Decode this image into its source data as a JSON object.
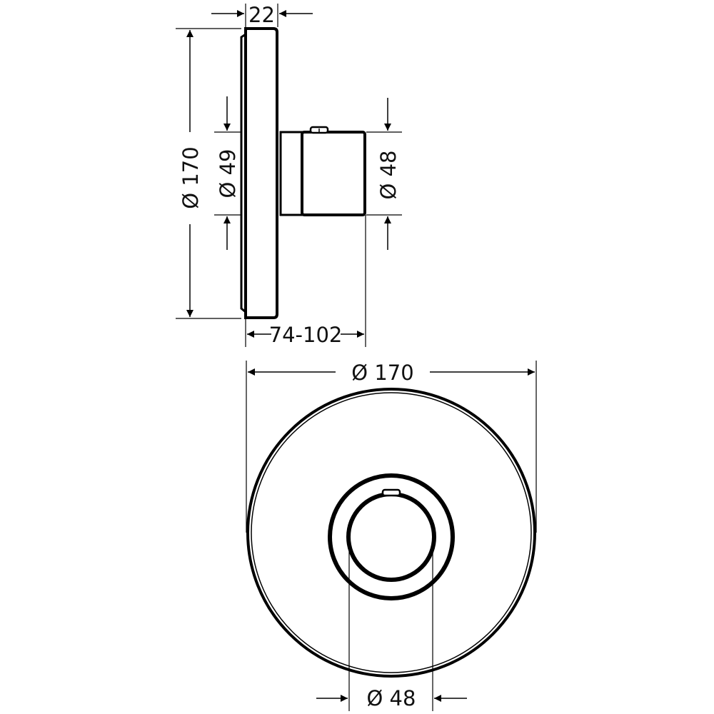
{
  "drawing": {
    "side_view": {
      "plate_thickness_label": "22",
      "plate_diameter_label": "Ø 170",
      "body_diameter_label": "Ø 49",
      "knob_diameter_label": "Ø 48",
      "depth_range_label": "74-102"
    },
    "front_view": {
      "plate_diameter_label": "Ø 170",
      "knob_diameter_label": "Ø 48"
    }
  },
  "colors": {
    "line": "#000000",
    "background": "#ffffff"
  }
}
